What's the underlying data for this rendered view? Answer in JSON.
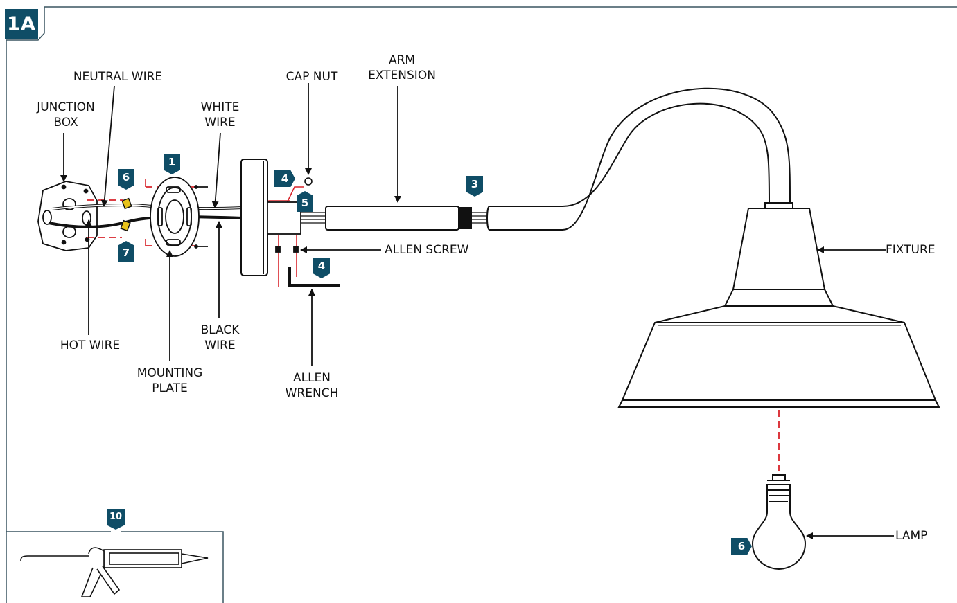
{
  "figure_id": "1A",
  "labels": {
    "neutral_wire": "NEUTRAL WIRE",
    "junction_box": "JUNCTION\nBOX",
    "white_wire": "WHITE\nWIRE",
    "cap_nut": "CAP NUT",
    "arm_extension": "ARM\nEXTENSION",
    "allen_screw": "ALLEN SCREW",
    "fixture": "FIXTURE",
    "hot_wire": "HOT WIRE",
    "mounting_plate": "MOUNTING\nPLATE",
    "black_wire": "BLACK\nWIRE",
    "allen_wrench": "ALLEN\nWRENCH",
    "lamp": "LAMP"
  },
  "steps": {
    "mounting": "1",
    "neutral_connect": "6",
    "hot_connect": "7",
    "cap_nut_step": "4",
    "screw_step": "5",
    "arm_step": "3",
    "wrench_step": "4",
    "lamp_step": "6",
    "caulk_step": "10"
  },
  "colors": {
    "badge": "#0f4d66",
    "guide_line": "#d8232a",
    "wire_nut": "#e8c21a",
    "line": "#111111"
  }
}
